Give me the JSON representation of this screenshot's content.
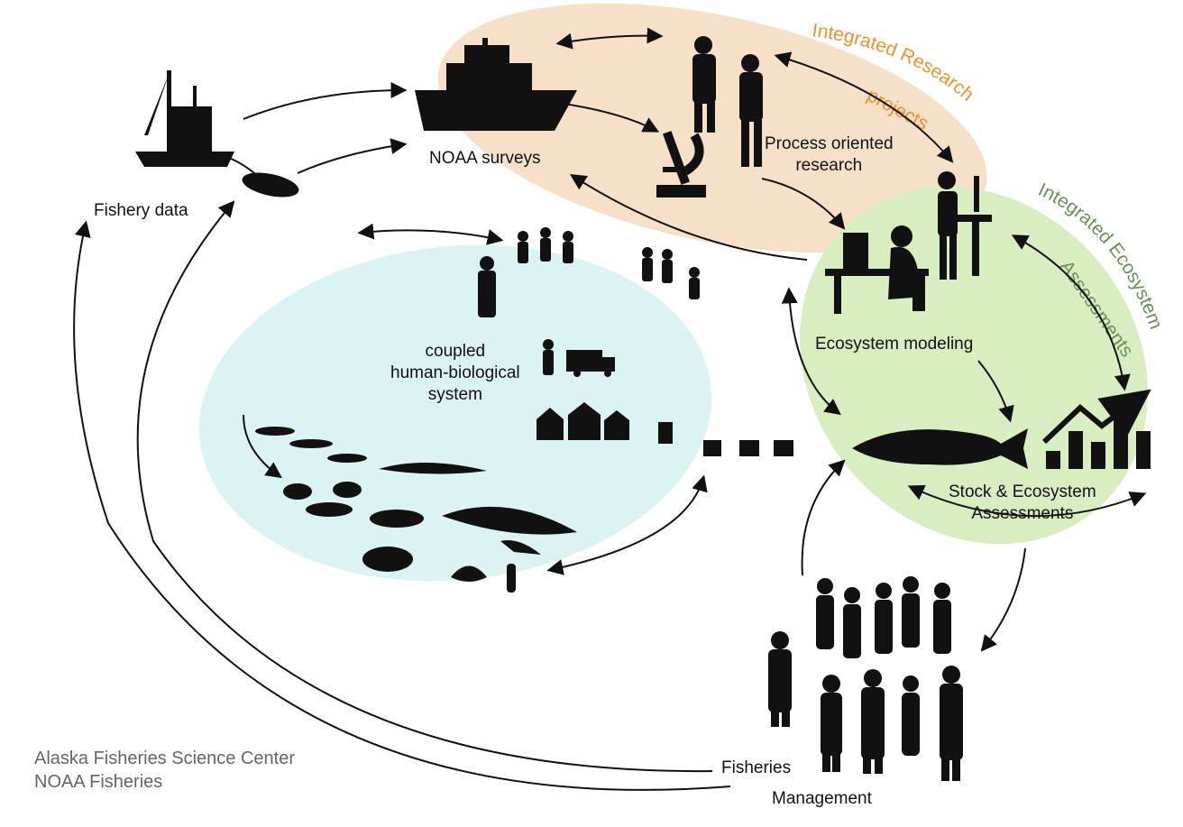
{
  "labels": {
    "fishery_data": "Fishery data",
    "noaa_surveys": "NOAA surveys",
    "process_research": [
      "Process oriented",
      "research"
    ],
    "coupled_system": [
      "coupled",
      "human-biological",
      "system"
    ],
    "ecosystem_modeling": "Ecosystem modeling",
    "stock_assessments": [
      "Stock  & Ecosystem",
      "Assessments"
    ],
    "fisheries_management": [
      "Fisheries",
      "Management"
    ],
    "integrated_research": [
      "Integrated Research",
      "projects"
    ],
    "integrated_ecosystem": [
      "Integrated Ecosystem",
      "Assessments"
    ]
  },
  "credit": [
    "Alaska Fisheries Science Center",
    "NOAA Fisheries"
  ],
  "colors": {
    "research_region": "#f6e0c8",
    "ecosystem_region": "#d9eec0",
    "coupled_region": "#dcf3f3",
    "integrated_research_text": "#f0912c",
    "integrated_ecosystem_text": "#6b8f5a",
    "arrow": "#111111",
    "silhouette": "#111111"
  },
  "icons": [
    "fishing-vessel-icon",
    "research-ship-icon",
    "microscope-icon",
    "scientist-icon",
    "computer-workstation-icon",
    "fish-icon",
    "bar-chart-trend-icon",
    "people-group-icon",
    "whale-icon",
    "crab-icon",
    "seabird-icon",
    "houses-icon",
    "truck-icon"
  ]
}
